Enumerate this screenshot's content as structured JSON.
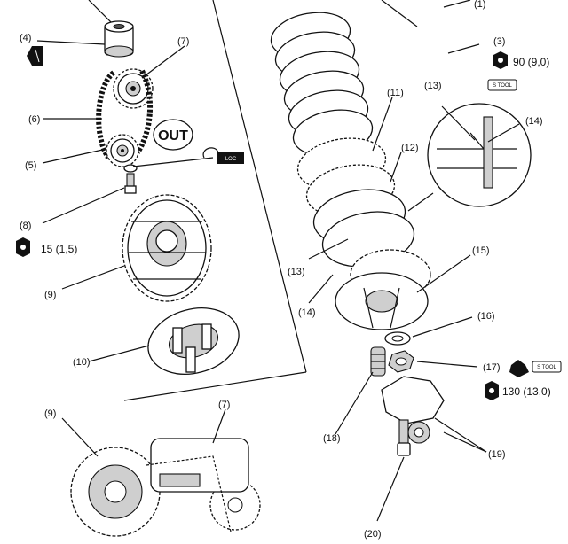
{
  "callouts": {
    "c1": "(1)",
    "c3": "(3)",
    "c4": "(4)",
    "c5": "(5)",
    "c6": "(6)",
    "c7": "(7)",
    "c8": "(8)",
    "c9": "(9)",
    "c10": "(10)",
    "c11": "(11)",
    "c12": "(12)",
    "c13": "(13)",
    "c14": "(14)",
    "c15": "(15)",
    "c16": "(16)",
    "c17": "(17)",
    "c18": "(18)",
    "c19": "(19)",
    "c20": "(20)"
  },
  "torque": {
    "t3": "90 (9,0)",
    "t8": "15 (1,5)",
    "t17": "130 (13,0)"
  },
  "badges": {
    "special_tool": "S TOOL",
    "loctite": "LOC"
  },
  "stamps": {
    "out": "OUT"
  },
  "colors": {
    "ink": "#111111",
    "paper": "#ffffff"
  }
}
